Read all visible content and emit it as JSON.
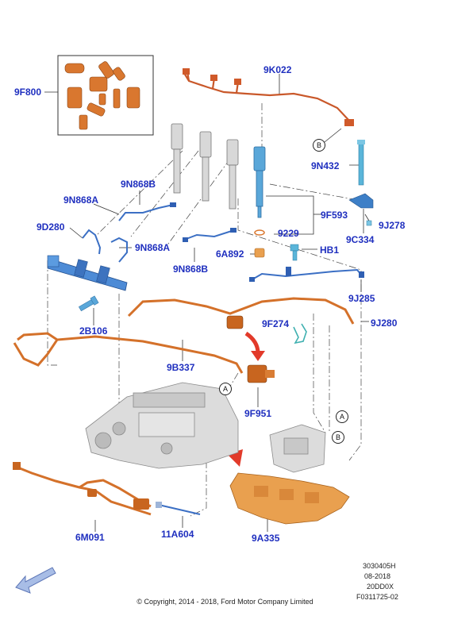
{
  "callouts": {
    "c9F800": "9F800",
    "c9K022": "9K022",
    "c9N432": "9N432",
    "c9N868A_top": "9N868A",
    "c9N868B_top": "9N868B",
    "c9D280": "9D280",
    "c9F593": "9F593",
    "c9J278": "9J278",
    "c9229": "9229",
    "c9C334": "9C334",
    "c9N868A_mid": "9N868A",
    "c6A892": "6A892",
    "cHB1": "HB1",
    "c9N868B_mid": "9N868B",
    "c9J285": "9J285",
    "c2B106": "2B106",
    "c9F274": "9F274",
    "c9J280": "9J280",
    "c9B337": "9B337",
    "c9F951": "9F951",
    "c6M091": "6M091",
    "c11A604": "11A604",
    "c9A335": "9A335"
  },
  "refs": {
    "a1": "A",
    "a2": "A",
    "b1": "B",
    "b2": "B"
  },
  "info_block": [
    "3030405H",
    "08-2018",
    "20DD0X",
    "F0311725-02"
  ],
  "copyright": "© Copyright, 2014 - 2018, Ford Motor Company Limited",
  "colors": {
    "callout": "#1f2fbf",
    "orange": "#d4712a",
    "blue": "#3b6fc4",
    "arrow_red": "#e23a2a",
    "nav_arrow": "#8fa4d6"
  }
}
